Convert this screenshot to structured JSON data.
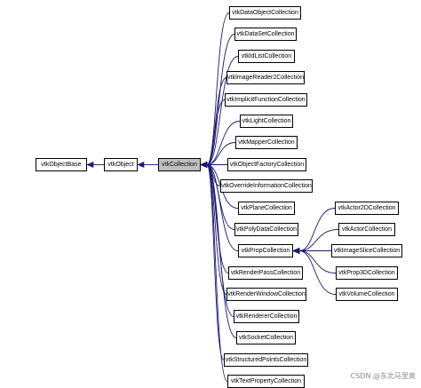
{
  "colors": {
    "edge": "#191970",
    "node_border": "#000000",
    "focus_fill": "#bfbfbf"
  },
  "nodes": {
    "vtkObjectBase": "vtkObjectBase",
    "vtkObject": "vtkObject",
    "vtkCollection": "vtkCollection",
    "vtkDataObjectCollection": "vtkDataObjectCollection",
    "vtkDataSetCollection": "vtkDataSetCollection",
    "vtkIdListCollection": "vtkIdListCollection",
    "vtkImageReader2Collection": "vtkImageReader2Collection",
    "vtkImplicitFunctionCollection": "vtkImplicitFunctionCollection",
    "vtkLightCollection": "vtkLightCollection",
    "vtkMapperCollection": "vtkMapperCollection",
    "vtkObjectFactoryCollection": "vtkObjectFactoryCollection",
    "vtkOverrideInformationCollection": "vtkOverrideInformationCollection",
    "vtkPlaneCollection": "vtkPlaneCollection",
    "vtkPolyDataCollection": "vtkPolyDataCollection",
    "vtkPropCollection": "vtkPropCollection",
    "vtkRenderPassCollection": "vtkRenderPassCollection",
    "vtkRenderWindowCollection": "vtkRenderWindowCollection",
    "vtkRendererCollection": "vtkRendererCollection",
    "vtkSocketCollection": "vtkSocketCollection",
    "vtkStructuredPointsCollection": "vtkStructuredPointsCollection",
    "vtkTextPropertyCollection": "vtkTextPropertyCollection",
    "vtkActor2DCollection": "vtkActor2DCollection",
    "vtkActorCollection": "vtkActorCollection",
    "vtkImageSliceCollection": "vtkImageSliceCollection",
    "vtkProp3DCollection": "vtkProp3DCollection",
    "vtkVolumeCollection": "vtkVolumeCollection"
  },
  "edges": [
    [
      "vtkObject",
      "vtkObjectBase"
    ],
    [
      "vtkCollection",
      "vtkObject"
    ],
    [
      "vtkDataObjectCollection",
      "vtkCollection"
    ],
    [
      "vtkDataSetCollection",
      "vtkCollection"
    ],
    [
      "vtkIdListCollection",
      "vtkCollection"
    ],
    [
      "vtkImageReader2Collection",
      "vtkCollection"
    ],
    [
      "vtkImplicitFunctionCollection",
      "vtkCollection"
    ],
    [
      "vtkLightCollection",
      "vtkCollection"
    ],
    [
      "vtkMapperCollection",
      "vtkCollection"
    ],
    [
      "vtkObjectFactoryCollection",
      "vtkCollection"
    ],
    [
      "vtkOverrideInformationCollection",
      "vtkCollection"
    ],
    [
      "vtkPlaneCollection",
      "vtkCollection"
    ],
    [
      "vtkPolyDataCollection",
      "vtkCollection"
    ],
    [
      "vtkPropCollection",
      "vtkCollection"
    ],
    [
      "vtkRenderPassCollection",
      "vtkCollection"
    ],
    [
      "vtkRenderWindowCollection",
      "vtkCollection"
    ],
    [
      "vtkRendererCollection",
      "vtkCollection"
    ],
    [
      "vtkSocketCollection",
      "vtkCollection"
    ],
    [
      "vtkStructuredPointsCollection",
      "vtkCollection"
    ],
    [
      "vtkTextPropertyCollection",
      "vtkCollection"
    ],
    [
      "vtkActor2DCollection",
      "vtkPropCollection"
    ],
    [
      "vtkActorCollection",
      "vtkPropCollection"
    ],
    [
      "vtkImageSliceCollection",
      "vtkPropCollection"
    ],
    [
      "vtkProp3DCollection",
      "vtkPropCollection"
    ],
    [
      "vtkVolumeCollection",
      "vtkPropCollection"
    ]
  ],
  "watermark": "CSDN @东北马里奥"
}
